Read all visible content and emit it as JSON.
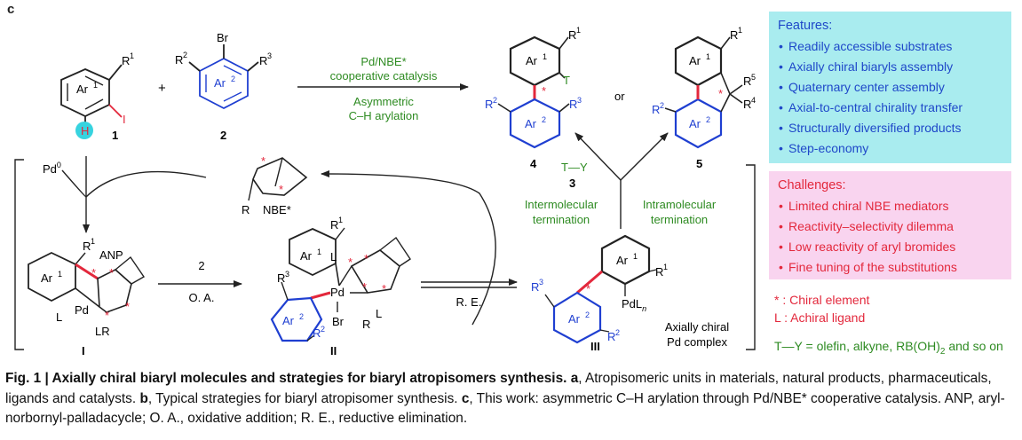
{
  "panel_letter": "c",
  "compounds": {
    "c1": {
      "number": "1",
      "subs": [
        "R",
        "1",
        "Ar",
        "1",
        "I",
        "H"
      ]
    },
    "c2": {
      "number": "2",
      "subs": [
        "Br",
        "R",
        "2",
        "R",
        "3",
        "Ar",
        "2"
      ]
    },
    "c3": {
      "number": "3",
      "formula": "T—Y"
    },
    "c4": {
      "number": "4",
      "subs": [
        "R",
        "1",
        "Ar",
        "1",
        "T",
        "R",
        "2",
        "Ar",
        "2",
        "R",
        "3"
      ]
    },
    "c5": {
      "number": "5",
      "subs": [
        "R",
        "1",
        "Ar",
        "1",
        "R",
        "5",
        "R",
        "4",
        "R",
        "2",
        "Ar",
        "2"
      ]
    }
  },
  "plus": "+",
  "or": "or",
  "reaction_top": {
    "line1": "Pd/NBE*",
    "line2": "cooperative catalysis",
    "line3": "Asymmetric",
    "line4": "C–H arylation"
  },
  "cycle": {
    "pd0": "Pd",
    "pd0_sup": "0",
    "nbe_label": "NBE*",
    "nbe_r": "R",
    "anp": "ANP",
    "oa_reagent": "2",
    "oa_label": "O. A.",
    "re_label": "R. E.",
    "inter_line1": "Intermolecular",
    "inter_line2": "termination",
    "intra_line1": "Intramolecular",
    "intra_line2": "termination",
    "axially_line1": "Axially chiral",
    "axially_line2": "Pd complex",
    "I_label": "I",
    "II_label": "II",
    "III_label": "III",
    "I_subs": [
      "R",
      "1",
      "Ar",
      "1",
      "L",
      "Pd",
      "LR"
    ],
    "II_subs": [
      "R",
      "1",
      "Ar",
      "1",
      "L",
      "R",
      "3",
      "Pd",
      "Ar",
      "2",
      "R",
      "2",
      "Br",
      "L",
      "R"
    ],
    "III_subs": [
      "Ar",
      "1",
      "R",
      "1",
      "PdL",
      "n",
      "R",
      "3",
      "Ar",
      "2",
      "R",
      "2"
    ],
    "chiral_star": "*"
  },
  "features": {
    "title": "Features:",
    "items": [
      "Readily accessible substrates",
      "Axially chiral biaryls assembly",
      "Quaternary center assembly",
      "Axial-to-central chirality transfer",
      "Structurally diversified products",
      "Step-economy"
    ]
  },
  "challenges": {
    "title": "Challenges:",
    "items": [
      "Limited chiral NBE mediators",
      "Reactivity–selectivity dilemma",
      "Low reactivity of aryl bromides",
      "Fine tuning of the substitutions"
    ]
  },
  "legend": {
    "chiral_star": "*",
    "chiral_text": " : Chiral element",
    "achiral_L": "L",
    "achiral_text": " : Achiral ligand",
    "ty": "T—Y",
    "ty_text": " = olefin, alkyne, RB(OH)",
    "ty_sub": "2",
    "ty_end": " and so on"
  },
  "caption": {
    "fig": "Fig. 1 | Axially chiral biaryl molecules and strategies for biaryl atropisomers synthesis.",
    "a_label": "a",
    "a_text": ", Atropisomeric units in materials, natural products, pharmaceuticals, ligands and catalysts.",
    "b_label": "b",
    "b_text": ", Typical strategies for biaryl atropisomer synthesis.",
    "c_label": "c",
    "c_text": ", This work: asymmetric C–H arylation through Pd/NBE* cooperative catalysis. ANP, aryl-norbornyl-palladacycle; O. A., oxidative addition; R. E., reductive elimination."
  },
  "colors": {
    "black": "#222222",
    "blue": "#1f3fd1",
    "red": "#e3283c",
    "green": "#2e8b22",
    "cyan": "#37d3df",
    "feature_bg": "#a9ecef",
    "challenge_bg": "#f9d4ef"
  }
}
